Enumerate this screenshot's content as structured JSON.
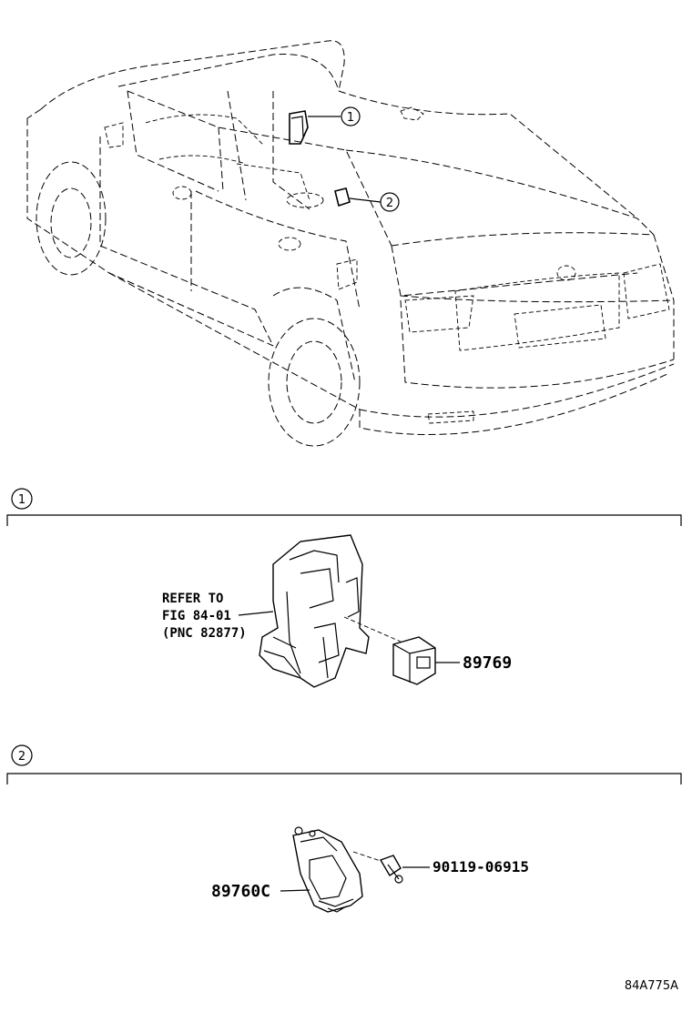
{
  "overview": {
    "callouts": [
      "1",
      "2"
    ]
  },
  "section1": {
    "number": "1",
    "refer_lines": [
      "REFER TO",
      "FIG 84-01",
      "(PNC 82877)"
    ],
    "part_number": "89769"
  },
  "section2": {
    "number": "2",
    "part_numbers": {
      "bolt": "90119-06915",
      "module": "89760C"
    }
  },
  "figure_code": "84A775A"
}
